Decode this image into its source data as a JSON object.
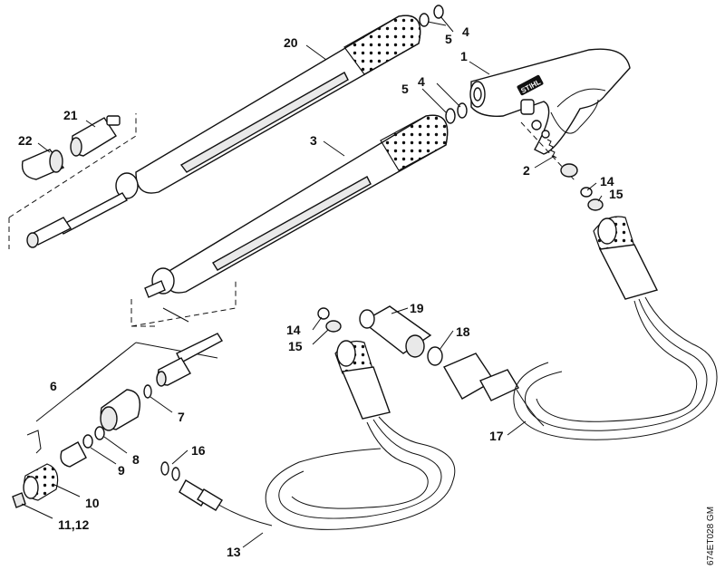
{
  "labels": {
    "l1": "1",
    "l2": "2",
    "l3": "3",
    "l4a": "4",
    "l4b": "4",
    "l5a": "5",
    "l5b": "5",
    "l6": "6",
    "l7": "7",
    "l8": "8",
    "l9": "9",
    "l10": "10",
    "l11_12": "11,12",
    "l13": "13",
    "l14a": "14",
    "l14b": "14",
    "l15a": "15",
    "l15b": "15",
    "l16": "16",
    "l17": "17",
    "l18": "18",
    "l19": "19",
    "l20": "20",
    "l21": "21",
    "l22": "22"
  },
  "brand": "STIHL",
  "drawing_code": "674ET028 GM"
}
